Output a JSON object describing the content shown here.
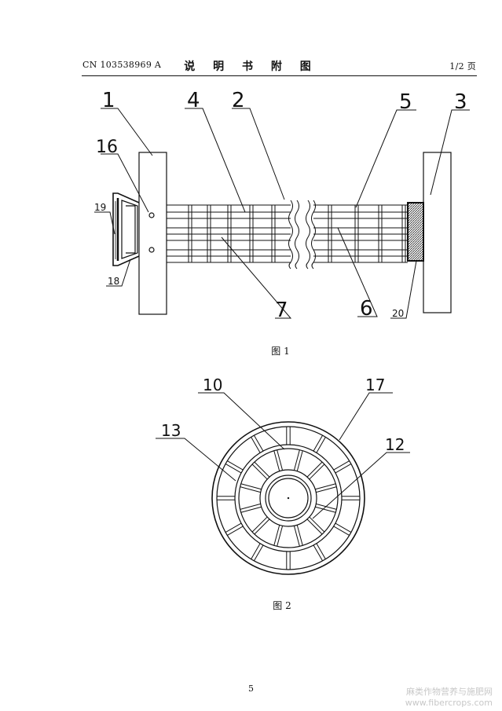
{
  "header": {
    "patent_number": "CN 103538969 A",
    "section_title": "说 明 书 附 图",
    "page_indicator": "1/2 页"
  },
  "figures": [
    {
      "caption": "图 1",
      "labels": {
        "l1": "1",
        "l2": "2",
        "l3": "3",
        "l4": "4",
        "l5": "5",
        "l6": "6",
        "l7": "7",
        "l16": "16",
        "l18": "18",
        "l19": "19",
        "l20": "20"
      }
    },
    {
      "caption": "图 2",
      "labels": {
        "l10": "10",
        "l12": "12",
        "l13": "13",
        "l17": "17"
      }
    }
  ],
  "footer": {
    "page_number": "5",
    "watermark_line1": "麻类作物营养与施肥网",
    "watermark_line2": "www.fibercrops.com"
  },
  "colors": {
    "ink": "#111111",
    "hatch": "#222222",
    "watermark": "#c8c8c8"
  }
}
